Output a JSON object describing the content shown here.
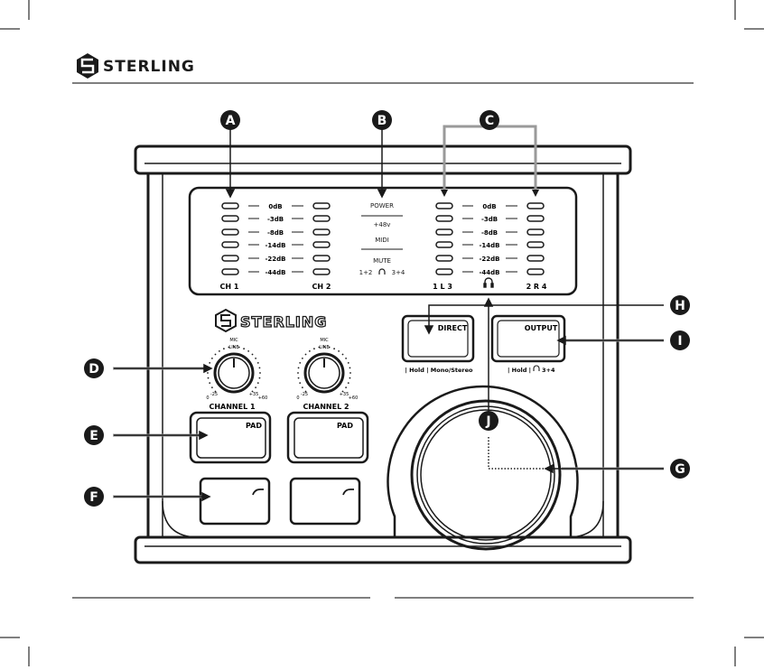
{
  "header": {
    "brand": "STERLING"
  },
  "device": {
    "brand": "STERLING",
    "meter_levels": [
      "0dB",
      "-3dB",
      "-8dB",
      "-14dB",
      "-22dB",
      "-44dB"
    ],
    "ch1_label": "CH 1",
    "ch2_label": "CH 2",
    "status": {
      "power": "POWER",
      "phantom": "+48v",
      "midi": "MIDI",
      "mute": "MUTE",
      "mute_left": "1+2",
      "mute_right": "3+4"
    },
    "output_labels": {
      "left": "1 L 3",
      "right": "2 R 4"
    },
    "knob_scale": {
      "mic": "MIC",
      "line": "LINE",
      "low1": "-25",
      "low2": "0",
      "high1": "+35",
      "high2": "+60"
    },
    "channel1_label": "CHANNEL 1",
    "channel2_label": "CHANNEL 2",
    "pad_label": "PAD",
    "direct_label": "DIRECT",
    "direct_hint": "| Hold | Mono/Stereo",
    "output_label": "OUTPUT",
    "output_hint_pre": "| Hold |",
    "output_hint_post": "3+4"
  },
  "callouts": [
    "A",
    "B",
    "C",
    "D",
    "E",
    "F",
    "G",
    "H",
    "I",
    "J"
  ],
  "colors": {
    "ink": "#1a1a1a",
    "callout_fill": "#1a1a1a",
    "leader_gray": "#9a9a9a",
    "rule": "#555555"
  }
}
